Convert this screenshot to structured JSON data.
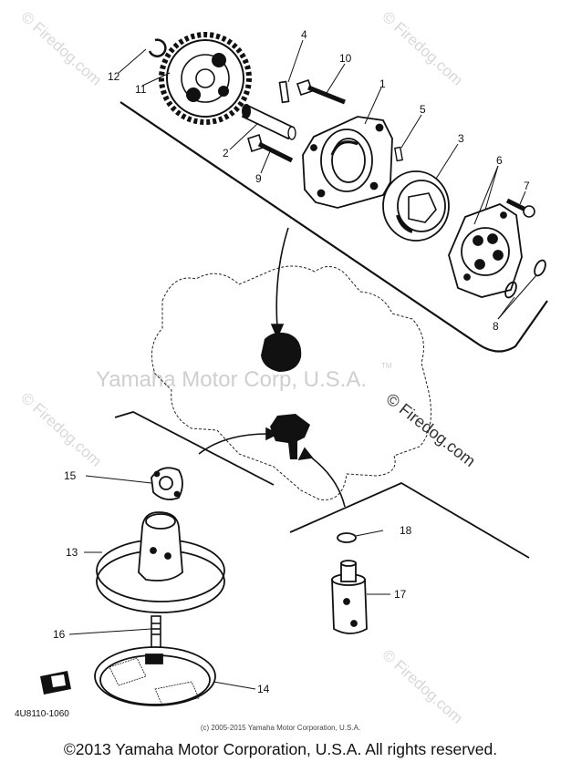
{
  "watermarks": {
    "site_small": "© Firedog.com",
    "center": "Yamaha Motor Corp, U.S.A.",
    "center_tm": "TM",
    "site_large": "© Firedog.com"
  },
  "part_callouts": [
    "1",
    "2",
    "3",
    "4",
    "5",
    "6",
    "7",
    "8",
    "9",
    "10",
    "11",
    "12",
    "13",
    "14",
    "15",
    "16",
    "17",
    "18"
  ],
  "part_number_code": "4U8110-1060",
  "copyright_small": "(c) 2005-2015 Yamaha Motor Corporation, U.S.A.",
  "copyright_main": "©2013 Yamaha Motor Corporation, U.S.A. All rights reserved."
}
